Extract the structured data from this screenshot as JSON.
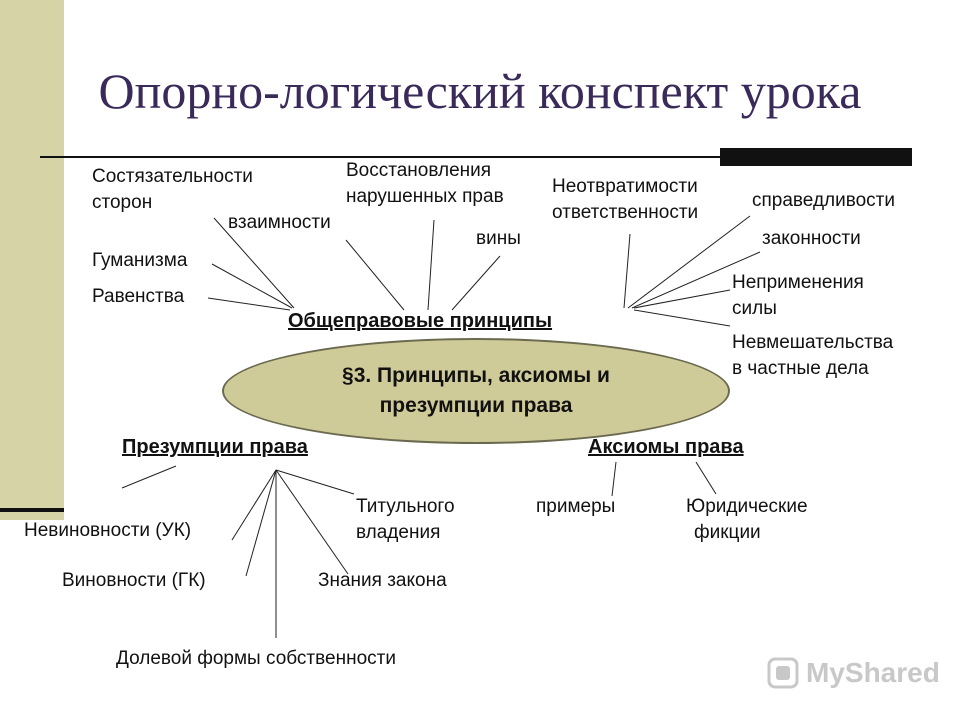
{
  "title": "Опорно-логический конспект урока",
  "center": {
    "line1": "§3. Принципы, аксиомы и",
    "line2": "презумпции права"
  },
  "principles": {
    "header": "Общеправовые принципы",
    "items": {
      "competitiveness_1": "Состязательности",
      "competitiveness_2": "сторон",
      "reciprocity": "взаимности",
      "restoration_1": "Восстановления",
      "restoration_2": "нарушенных прав",
      "guilt": "вины",
      "inevitability_1": "Неотвратимости",
      "inevitability_2": "ответственности",
      "justice": "справедливости",
      "legality": "законности",
      "humanism": "Гуманизма",
      "equality": "Равенства",
      "nonforce_1": "Неприменения",
      "nonforce_2": "силы",
      "noninterference_1": "Невмешательства",
      "noninterference_2": "в частные дела"
    }
  },
  "presumptions": {
    "header": "Презумпции права",
    "items": {
      "innocence": "Невиновности (УК)",
      "guiltiness": "Виновности (ГК)",
      "title_1": "Титульного",
      "title_2": "владения",
      "knowledge": "Знания закона",
      "shared": "Долевой формы собственности"
    }
  },
  "axioms": {
    "header": "Аксиомы права",
    "items": {
      "examples": "примеры",
      "fictions_1": "Юридические",
      "fictions_2": "фикции"
    }
  },
  "watermark": "MyShared",
  "colors": {
    "ellipse_fill": "#cfcb98",
    "side_bar": "#d6d3a6",
    "title": "#3a2a5a"
  }
}
